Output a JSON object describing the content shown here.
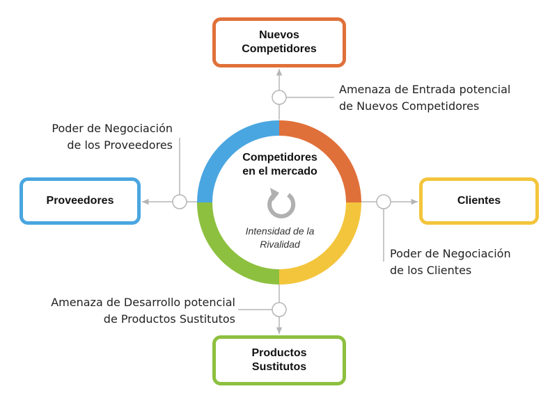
{
  "center": {
    "title": "Competidores\nen el mercado",
    "subtitle": "Intensidad de la\nRivalidad",
    "icon": "refresh-cycle-icon"
  },
  "forces": {
    "top": {
      "box": "Nuevos\nCompetidores",
      "label": "Amenaza de Entrada potencial\nde Nuevos Competidores",
      "color": "#e0703a"
    },
    "left": {
      "box": "Proveedores",
      "label": "Poder de Negociación\nde los Proveedores",
      "color": "#4aa6e0"
    },
    "right": {
      "box": "Clientes",
      "label": "Poder de Negociación\nde los Clientes",
      "color": "#f3c53c"
    },
    "bottom": {
      "box": "Productos\nSustitutos",
      "label": "Amenaza de Desarrollo potencial\nde Productos Sustitutos",
      "color": "#8dc03f"
    }
  },
  "colors": {
    "connector": "#b5b5b5"
  }
}
